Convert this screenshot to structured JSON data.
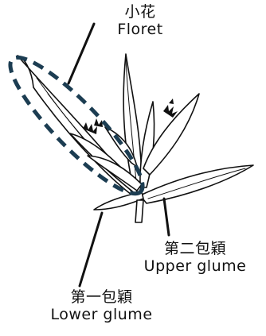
{
  "labels": {
    "floret_ja": "小花",
    "floret_en": "Floret",
    "upper_glume_ja": "第二包穎",
    "upper_glume_en": "Upper glume",
    "lower_glume_ja": "第一包穎",
    "lower_glume_en": "Lower glume"
  },
  "colors": {
    "outline": "#111111",
    "highlight_dash": "#1c3d52",
    "background": "#ffffff"
  }
}
